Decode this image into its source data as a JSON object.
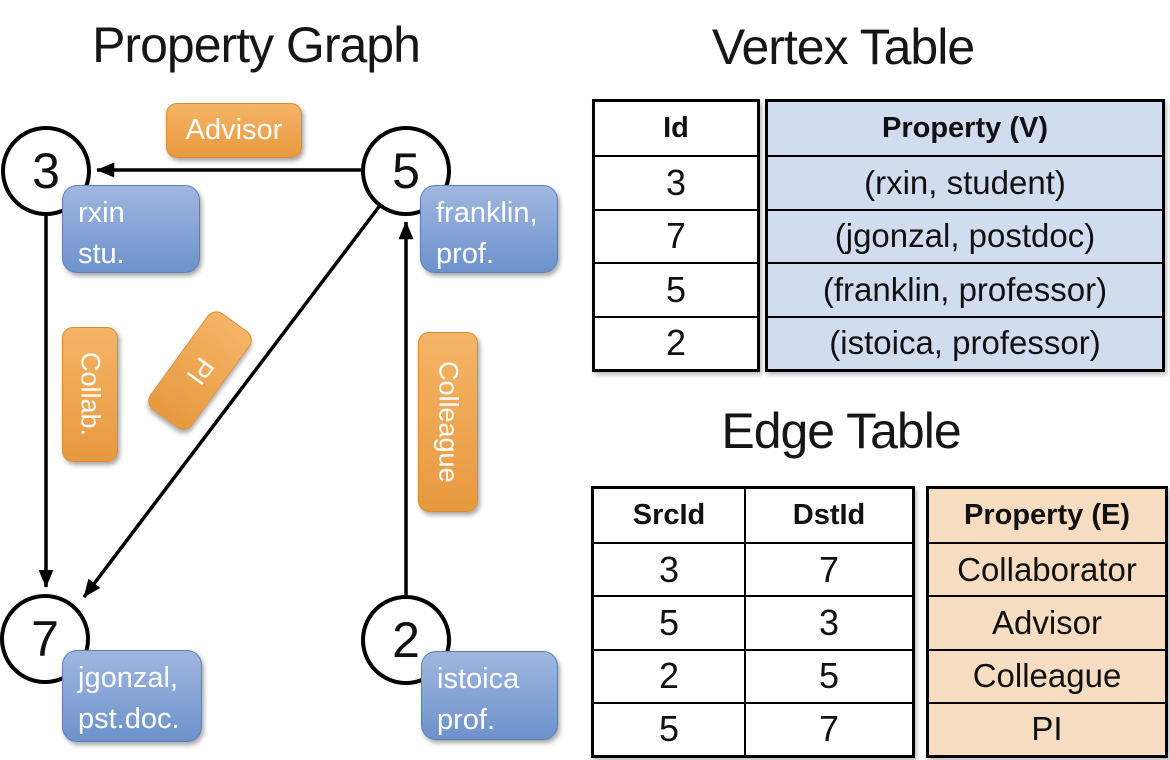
{
  "titles": {
    "graph": "Property Graph",
    "vertex": "Vertex Table",
    "edge": "Edge Table"
  },
  "graph": {
    "nodes": [
      {
        "id": "3",
        "label1": "rxin",
        "label2": "stu."
      },
      {
        "id": "5",
        "label1": "franklin,",
        "label2": "prof."
      },
      {
        "id": "7",
        "label1": "jgonzal,",
        "label2": "pst.doc."
      },
      {
        "id": "2",
        "label1": "istoica",
        "label2": "prof."
      }
    ],
    "edge_labels": {
      "advisor": "Advisor",
      "collab": "Collab.",
      "pi": "PI",
      "colleague": "Colleague"
    }
  },
  "vertex_table": {
    "headers": {
      "id": "Id",
      "property": "Property (V)"
    },
    "rows": [
      {
        "id": "3",
        "property": "(rxin, student)"
      },
      {
        "id": "7",
        "property": "(jgonzal, postdoc)"
      },
      {
        "id": "5",
        "property": "(franklin, professor)"
      },
      {
        "id": "2",
        "property": "(istoica, professor)"
      }
    ]
  },
  "edge_table": {
    "headers": {
      "src": "SrcId",
      "dst": "DstId",
      "property": "Property (E)"
    },
    "rows": [
      {
        "src": "3",
        "dst": "7",
        "property": "Collaborator"
      },
      {
        "src": "5",
        "dst": "3",
        "property": "Advisor"
      },
      {
        "src": "2",
        "dst": "5",
        "property": "Colleague"
      },
      {
        "src": "5",
        "dst": "7",
        "property": "PI"
      }
    ]
  },
  "colors": {
    "orange_top": "#f5b466",
    "orange_bottom": "#e8993f",
    "orange_border": "#d88c35",
    "blue_top": "#a0b7df",
    "blue_bottom": "#6d92cc",
    "blue_border": "#5b80b8",
    "vertex_fill": "#d2dcef",
    "edge_fill": "#f6ddc2",
    "line_black": "#000000"
  }
}
